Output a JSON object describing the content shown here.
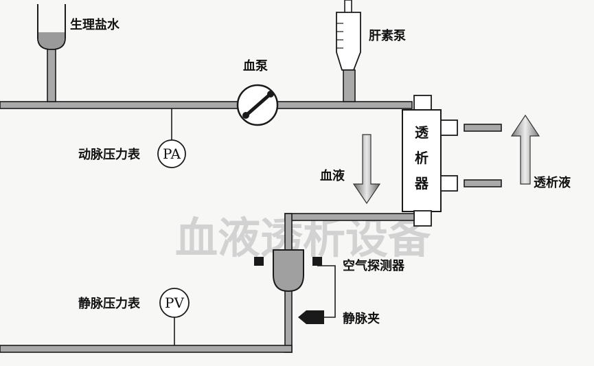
{
  "labels": {
    "saline": "生理盐水",
    "heparin_pump": "肝素泵",
    "blood_pump": "血泵",
    "arterial_gauge": "动脉压力表",
    "venous_gauge": "静脉压力表",
    "dialyzer": [
      "透",
      "析",
      "器"
    ],
    "blood": "血液",
    "dialysate": "透析液",
    "air_detector": "空气探测器",
    "venous_clamp": "静脉夹"
  },
  "gauges": {
    "arterial": "PA",
    "venous": "PV"
  },
  "background_text": {
    "line1": "",
    "line2": "",
    "line3": "",
    "watermark": "血液透析设备"
  },
  "colors": {
    "tube_fill": "#a9a9a9",
    "outline": "#1a1a1a",
    "liquid": "#9a9a9a",
    "arrow_gradient_dark": "#6a6a6a",
    "arrow_gradient_light": "#e8e8e8"
  }
}
